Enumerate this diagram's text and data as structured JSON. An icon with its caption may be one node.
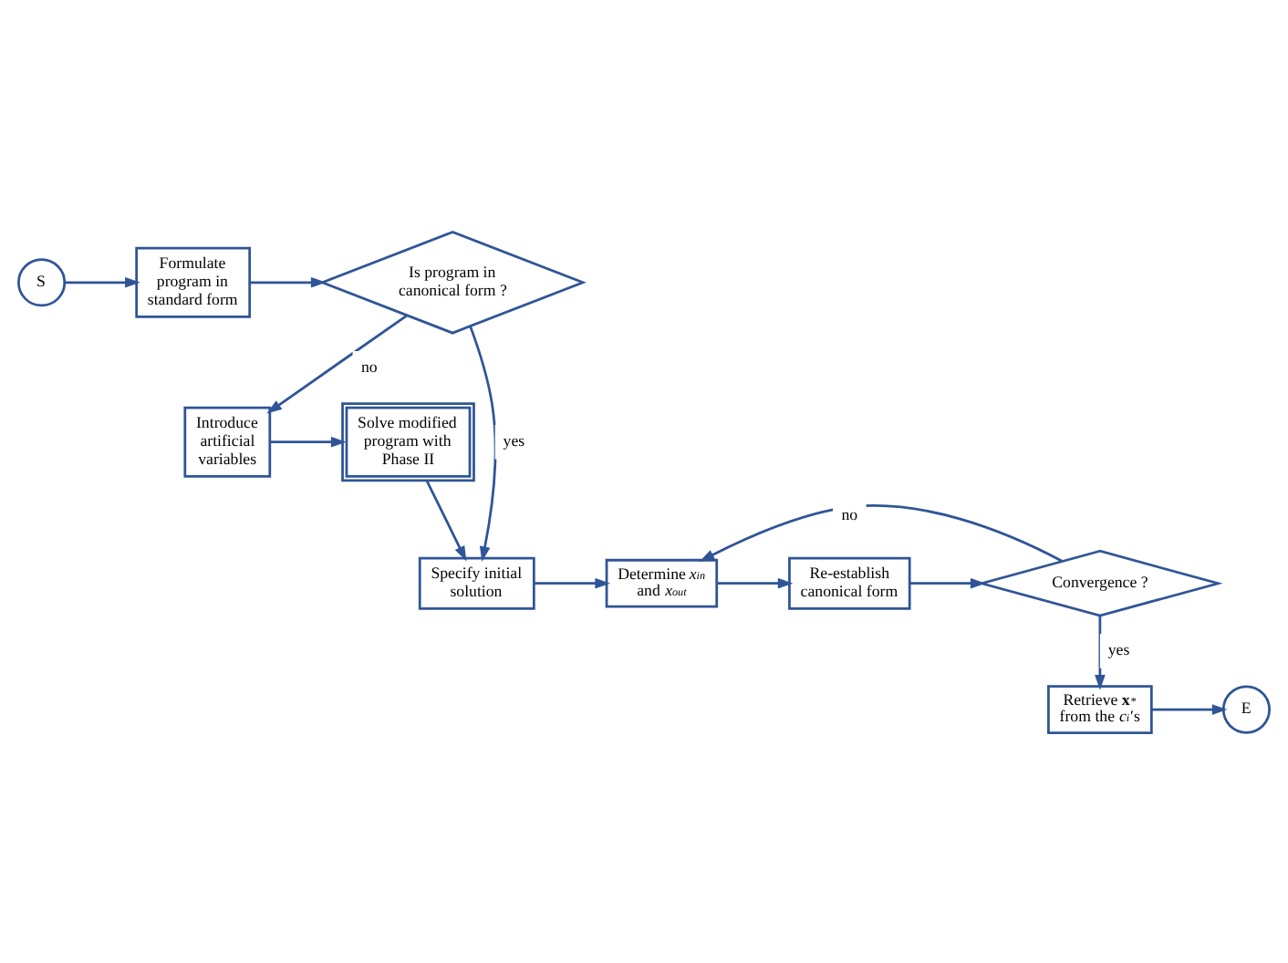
{
  "diagram": {
    "nodes": [
      {
        "text": [
          "S"
        ]
      },
      {
        "text": [
          "Formulate program in standard form"
        ]
      },
      {
        "text": [
          "Is program in canonical form ?"
        ]
      },
      {
        "text": [
          "Introduce artificial variables"
        ]
      },
      {
        "text": [
          "Solve modified program with Phase II"
        ]
      },
      {
        "text": [
          "Specify initial solution"
        ]
      },
      {
        "text": [
          "Determine *x*$_{in}$ and *x*$_{out}$"
        ]
      },
      {
        "text": [
          "Re-establish canonical form"
        ]
      },
      {
        "text": [
          "Convergence ?"
        ]
      },
      {
        "text": [
          "Retrieve **x**$^{*}$ from the *c*$_{i}$′s"
        ]
      },
      {
        "text": [
          "E"
        ]
      }
    ],
    "edges": [
      {
        "from": 0,
        "to": 1,
        "arrow": "to"
      },
      {
        "from": 1,
        "to": 2,
        "arrow": "to"
      },
      {
        "from": 2,
        "to": 3,
        "arrow": "to",
        "label": "no"
      },
      {
        "from": 3,
        "to": 4,
        "arrow": "to"
      },
      {
        "from": 2,
        "to": 5,
        "arrow": "to",
        "label": "yes"
      },
      {
        "from": 4,
        "to": 5,
        "arrow": "to"
      },
      {
        "from": 5,
        "to": 6,
        "arrow": "to"
      },
      {
        "from": 6,
        "to": 7,
        "arrow": "to"
      },
      {
        "from": 7,
        "to": 8,
        "arrow": "to"
      },
      {
        "from": 8,
        "to": 6,
        "arrow": "to",
        "label": "no"
      },
      {
        "from": 8,
        "to": 9,
        "arrow": "to",
        "label": "yes"
      },
      {
        "from": 9,
        "to": 10,
        "arrow": "to"
      }
    ]
  }
}
